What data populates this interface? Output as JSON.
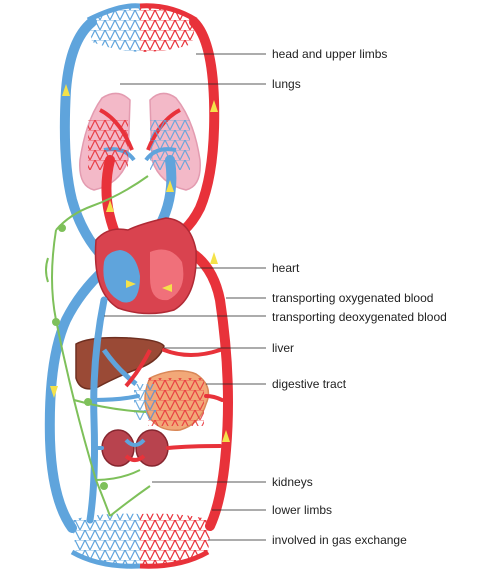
{
  "diagram": {
    "labels": {
      "head_and_upper_limbs": "head and upper limbs",
      "lungs": "lungs",
      "heart": "heart",
      "transporting_oxygenated_blood": "transporting oxygenated blood",
      "transporting_deoxygenated_blood": "transporting deoxygenated blood",
      "liver": "liver",
      "digestive_tract": "digestive tract",
      "kidneys": "kidneys",
      "lower_limbs": "lower limbs",
      "involved_in_gas_exchange": "involved in gas exchange"
    },
    "colors": {
      "oxygenated": "#e8323a",
      "deoxygenated": "#5fa4dc",
      "lymph": "#7ec05a",
      "lung_tissue": "#f3b9c8",
      "liver": "#9a4a36",
      "kidney": "#b8434e",
      "intestine": "#f2a878",
      "heart_muscle": "#d9434f",
      "arrow": "#f4e24a"
    }
  }
}
